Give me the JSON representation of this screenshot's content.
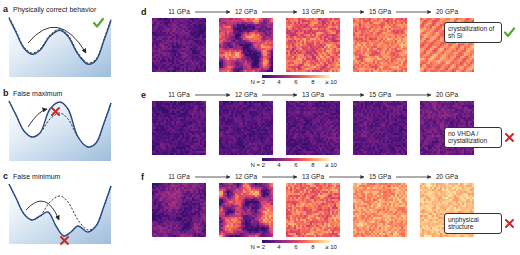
{
  "diagram": {
    "nodes": [
      {
        "text": [
          "crystallization of sh Si"
        ]
      },
      {
        "text": [
          "no VHDA / crystallization"
        ]
      },
      {
        "text": [
          "unphysical structure"
        ]
      }
    ],
    "labels": [
      "a",
      "Physically correct behavior",
      "b",
      "False maximum",
      "c",
      "False minimum",
      "d",
      "11 GPa",
      "12 GPa",
      "13 GPa",
      "15 GPa",
      "20 GPa",
      "N = 2",
      "4",
      "6",
      "8",
      "≥ 10",
      "e",
      "11 GPa",
      "12 GPa",
      "13 GPa",
      "15 GPa",
      "20 GPa",
      "N = 2",
      "4",
      "6",
      "8",
      "≥ 10",
      "f",
      "11 GPa",
      "12 GPa",
      "13 GPa",
      "15 GPa",
      "20 GPa",
      "N = 2",
      "4",
      "6",
      "8",
      "≥ 10"
    ]
  }
}
